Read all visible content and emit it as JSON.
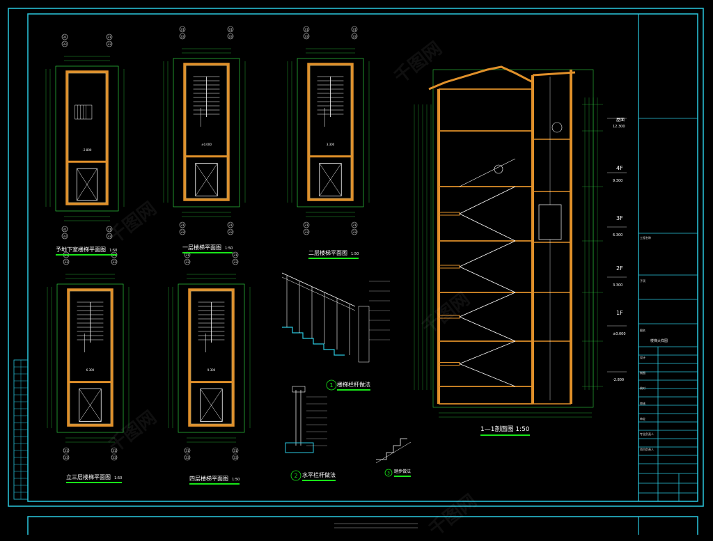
{
  "drawing": {
    "plan_titles": [
      "予地下室楼梯平面图",
      "一层楼梯平面图",
      "二层楼梯平面图",
      "立三层楼梯平面图",
      "四层楼梯平面图"
    ],
    "plan_scale": "1:50",
    "section_title": "1—1剖面图 1:50",
    "details": [
      {
        "num": "1",
        "title": "楼梯栏杆做法"
      },
      {
        "num": "2",
        "title": "水平栏杆做法"
      },
      {
        "num": "3",
        "title": "踏步做法"
      }
    ],
    "floor_labels": [
      "4F",
      "3F",
      "2F",
      "1F"
    ],
    "roof_label": "屋面",
    "elevations": [
      "12.300",
      "9.300",
      "6.300",
      "3.300",
      "±0.000",
      "-2.800"
    ],
    "axis_markers": [
      "31",
      "33"
    ],
    "plan_elevations": [
      "-2.800",
      "±0.000",
      "3.300",
      "6.300",
      "9.300"
    ],
    "watermark": "千图网"
  },
  "title_block": {
    "drawing_name": "楼梯大样图",
    "rows": [
      "工程名称",
      "子项",
      "图名",
      "设计",
      "制图",
      "校对",
      "审核",
      "审定",
      "专业负责人",
      "项目负责人"
    ]
  }
}
